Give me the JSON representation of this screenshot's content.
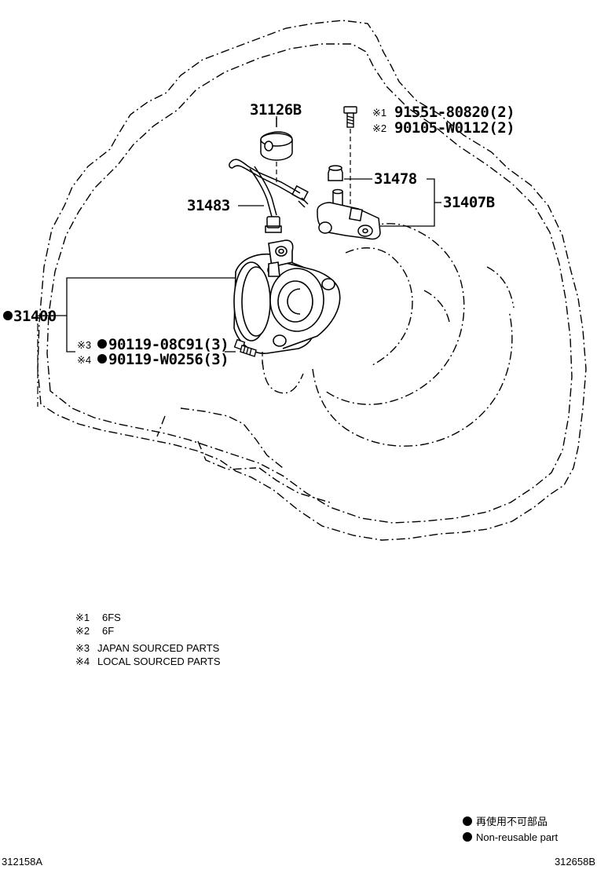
{
  "callouts": {
    "p31126B": "31126B",
    "p31478": "31478",
    "p31407B": "31407B",
    "p31483": "31483",
    "p31400": "31400",
    "bolt_a_mark": "※1",
    "bolt_a": "91551-80820(2)",
    "bolt_b_mark": "※2",
    "bolt_b": "90105-W0112(2)",
    "screw_a_mark": "※3",
    "screw_a": "90119-08C91(3)",
    "screw_b_mark": "※4",
    "screw_b": "90119-W0256(3)"
  },
  "notes": [
    {
      "mark": "※1",
      "text": "6FS"
    },
    {
      "mark": "※2",
      "text": "6F"
    },
    {
      "mark": "※3",
      "text": "JAPAN SOURCED PARTS"
    },
    {
      "mark": "※4",
      "text": "LOCAL SOURCED PARTS"
    }
  ],
  "legend": {
    "jp": "再使用不可部品",
    "en": "Non-reusable part"
  },
  "footer": {
    "left_code": "312158A",
    "right_code": "312658B"
  }
}
